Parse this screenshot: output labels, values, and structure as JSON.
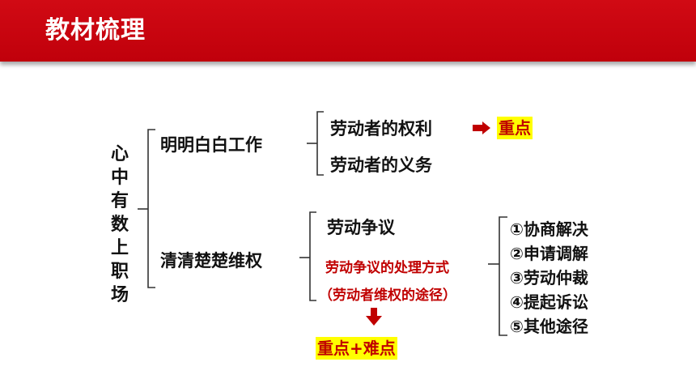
{
  "header": {
    "title": "教材梳理"
  },
  "mindmap": {
    "root": "心中有数上职场",
    "branch1": {
      "label": "明明白白工作",
      "items": [
        "劳动者的权利",
        "劳动者的义务"
      ],
      "highlight": "重点"
    },
    "branch2": {
      "label": "清清楚楚维权",
      "dispute": "劳动争议",
      "method": "劳动争议的处理方式",
      "method_note": "（劳动者维权的途径）",
      "highlight": "重点+难点",
      "steps": [
        "①协商解决",
        "②申请调解",
        "③劳动仲裁",
        "④提起诉讼",
        "⑤其他途径"
      ]
    }
  },
  "colors": {
    "header_red": "#c8000f",
    "accent_red": "#c00000",
    "highlight_yellow": "#ffff00"
  },
  "icons": {
    "right_arrow": "right-arrow-icon",
    "down_arrow": "down-arrow-icon"
  }
}
